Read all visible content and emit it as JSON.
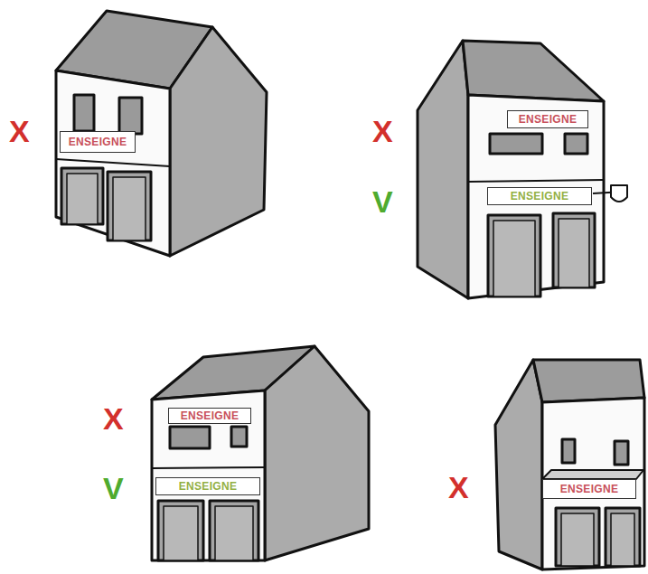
{
  "diagram": {
    "nodes": [
      {
        "text": [
          "ENSEIGNE"
        ]
      },
      {
        "text": [
          "ENSEIGNE"
        ]
      },
      {
        "text": [
          "ENSEIGNE"
        ]
      },
      {
        "text": [
          "ENSEIGNE"
        ]
      },
      {
        "text": [
          "ENSEIGNE"
        ]
      },
      {
        "text": [
          "ENSEIGNE"
        ]
      }
    ],
    "labels": [
      "X",
      "X",
      "V",
      "X",
      "V",
      "X"
    ]
  }
}
